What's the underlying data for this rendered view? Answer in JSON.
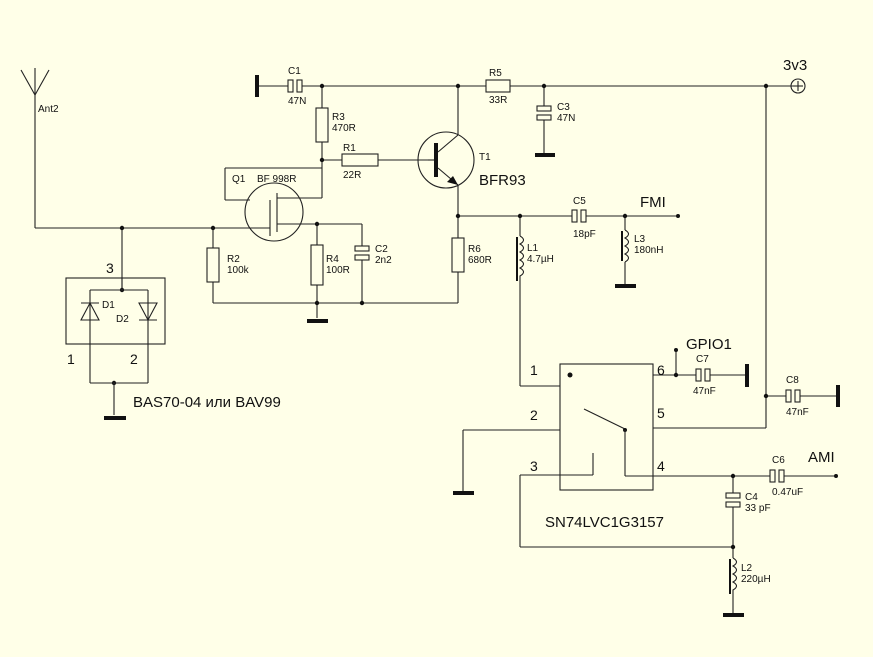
{
  "supply": {
    "label": "3v3"
  },
  "antenna": {
    "label": "Ant2"
  },
  "ports": {
    "fmi": "FMI",
    "gpio": "GPIO1",
    "ami": "AMI"
  },
  "components": {
    "c1": {
      "ref": "C1",
      "value": "47N"
    },
    "c2": {
      "ref": "C2",
      "value": "2n2"
    },
    "c3": {
      "ref": "C3",
      "value": "47N"
    },
    "c4": {
      "ref": "C4",
      "value": "33 pF"
    },
    "c5": {
      "ref": "C5",
      "value": "18pF"
    },
    "c6": {
      "ref": "C6",
      "value": "0.47uF"
    },
    "c7": {
      "ref": "C7",
      "value": "47nF"
    },
    "c8": {
      "ref": "C8",
      "value": "47nF"
    },
    "r1": {
      "ref": "R1",
      "value": "22R"
    },
    "r2": {
      "ref": "R2",
      "value": "100k"
    },
    "r3": {
      "ref": "R3",
      "value": "470R"
    },
    "r4": {
      "ref": "R4",
      "value": "100R"
    },
    "r5": {
      "ref": "R5",
      "value": "33R"
    },
    "r6": {
      "ref": "R6",
      "value": "680R"
    },
    "l1": {
      "ref": "L1",
      "value": "4.7µH"
    },
    "l2": {
      "ref": "L2",
      "value": "220µH"
    },
    "l3": {
      "ref": "L3",
      "value": "180nH"
    },
    "q1": {
      "ref": "Q1",
      "value": "BF 998R"
    },
    "t1": {
      "ref": "T1",
      "value": "BFR93"
    },
    "d1": {
      "ref": "D1"
    },
    "d2": {
      "ref": "D2"
    }
  },
  "diode_pack": {
    "part": "BAS70-04 или BAV99",
    "pins": [
      "1",
      "2",
      "3"
    ]
  },
  "switch_ic": {
    "part": "SN74LVC1G3157",
    "pins": [
      "1",
      "2",
      "3",
      "4",
      "5",
      "6"
    ]
  }
}
